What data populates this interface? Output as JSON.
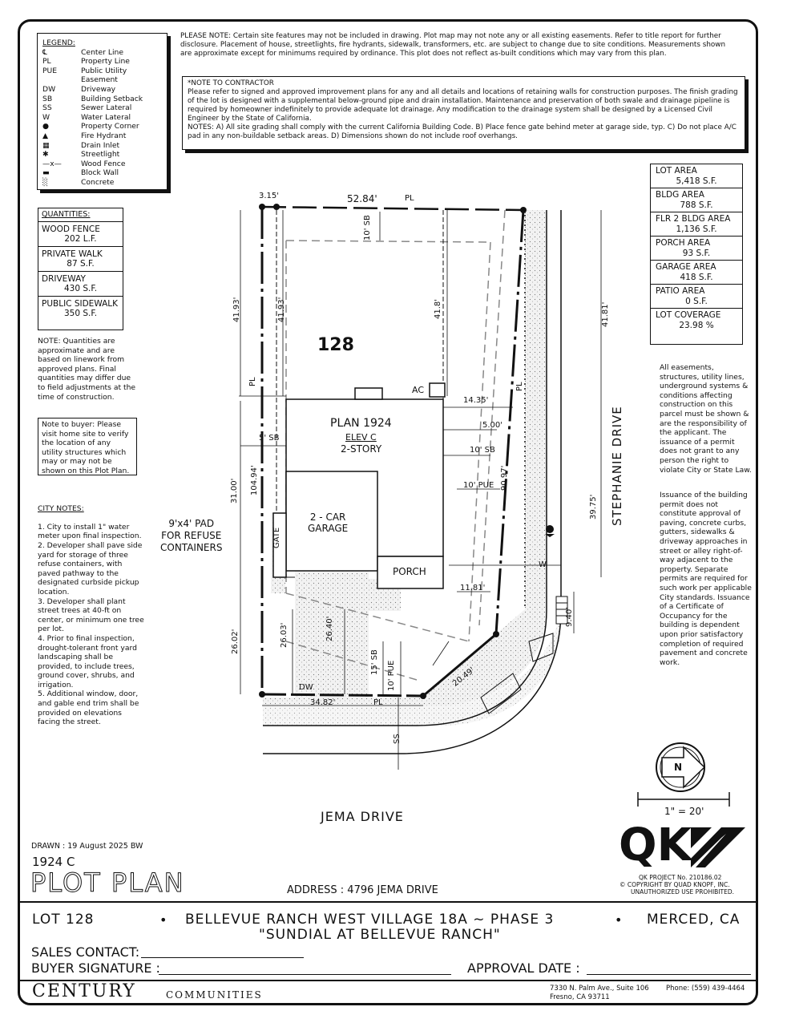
{
  "legend": {
    "title": "LEGEND:",
    "items": [
      {
        "key": "℄",
        "label": "Center Line"
      },
      {
        "key": "PL",
        "label": "Property Line"
      },
      {
        "key": "PUE",
        "label": "Public Utility Easement"
      },
      {
        "key": "DW",
        "label": "Driveway"
      },
      {
        "key": "SB",
        "label": "Building Setback"
      },
      {
        "key": "SS",
        "label": "Sewer Lateral"
      },
      {
        "key": "W",
        "label": "Water Lateral"
      },
      {
        "key": "●",
        "label": "Property Corner"
      },
      {
        "key": "▲",
        "label": "Fire Hydrant"
      },
      {
        "key": "▦",
        "label": "Drain Inlet"
      },
      {
        "key": "✱",
        "label": "Streetlight"
      },
      {
        "key": "—x—",
        "label": "Wood Fence"
      },
      {
        "key": "▬",
        "label": "Block Wall"
      },
      {
        "key": "░",
        "label": "Concrete"
      }
    ]
  },
  "please_note": "PLEASE NOTE:  Certain site features may not be included in drawing. Plot map may not note any or all existing easements. Refer to title report for further disclosure. Placement of house, streetlights, fire hydrants, sidewalk, transformers, etc. are subject to change due to site conditions. Measurements shown are approximate except for minimums required by ordinance. This plot does not reflect as-built conditions which may vary from this plan.",
  "contractor_note": {
    "title": "*NOTE TO CONTRACTOR",
    "body": "Please refer to signed and approved improvement plans for any and all details and locations of retaining walls for construction purposes. The finish grading of the lot is designed with a supplemental below-ground pipe and drain installation. Maintenance and preservation of both swale and drainage pipeline is required by homeowner indefinitely to provide adequate lot drainage. Any modification to the drainage system shall be designed by a Licensed Civil Engineer by the State of California.",
    "notes": "NOTES:  A) All site grading shall comply with the current California Building Code.  B) Place fence gate behind meter at garage side, typ.  C) Do not place A/C pad in any non-buildable setback areas.  D) Dimensions shown do not include roof overhangs."
  },
  "quantities": {
    "title": "QUANTITIES:",
    "items": [
      {
        "label": "WOOD FENCE",
        "value": "202 L.F."
      },
      {
        "label": "PRIVATE WALK",
        "value": "87 S.F."
      },
      {
        "label": "DRIVEWAY",
        "value": "430 S.F."
      },
      {
        "label": "PUBLIC SIDEWALK",
        "value": "350 S.F."
      }
    ],
    "note": "NOTE: Quantities are approximate and are based on linework from approved plans.  Final quantities may differ due to field adjustments at the time of construction."
  },
  "buyer_note": "Note to buyer: Please visit home site to verify the location of any utility structures which may or may not be shown on this Plot Plan.",
  "city_notes": {
    "title": "CITY NOTES:",
    "body": "1. City to install 1\" water meter upon final inspection.\n2. Developer shall pave side yard for storage of three refuse containers, with paved pathway to the designated curbside pickup location.\n3. Developer shall plant street trees at 40-ft on center, or minimum one tree per lot.\n4. Prior to final inspection, drought-tolerant front yard landscaping shall be provided, to include trees, ground cover, shrubs, and irrigation.\n5. Additional window, door, and gable end trim shall be provided on elevations facing the street."
  },
  "areas": [
    {
      "label": "LOT AREA",
      "value": "5,418 S.F."
    },
    {
      "label": "BLDG AREA",
      "value": "788 S.F."
    },
    {
      "label": "FLR 2 BLDG AREA",
      "value": "1,136 S.F."
    },
    {
      "label": "PORCH AREA",
      "value": "93 S.F."
    },
    {
      "label": "GARAGE AREA",
      "value": "418 S.F."
    },
    {
      "label": "PATIO AREA",
      "value": "0 S.F."
    },
    {
      "label": "LOT COVERAGE",
      "value": "23.98 %"
    }
  ],
  "easement_note": "All easements, structures, utility lines, underground systems & conditions affecting construction on this parcel must be shown & are the responsibility of the applicant. The issuance of a permit does not grant to any person the right to violate City or State Law.",
  "permit_note": "Issuance of the building permit does not constitute approval of paving, concrete curbs, gutters, sidewalks & driveway approaches in street or alley right-of-way adjacent to the property. Separate permits are required for such work per applicable City standards. Issuance of a Certificate of Occupancy for the building is dependent upon prior satisfactory completion of required pavement and concrete work.",
  "plan": {
    "lot_number": "128",
    "plan_name": "PLAN 1924",
    "elevation": "ELEV C",
    "stories": "2-STORY",
    "garage": "2 - CAR\nGARAGE",
    "porch": "PORCH",
    "ac": "AC",
    "gate": "GATE",
    "pad_note": "9'x4' PAD\nFOR REFUSE\nCONTAINERS",
    "dims": {
      "top_left": "3.15'",
      "top": "52.84'",
      "pl": "PL",
      "rear_sb": "10' SB",
      "left_outer": "41.93'",
      "left_inner": "41.93'",
      "center": "41.8'",
      "right_outer": "41.81'",
      "side_sb_left": "5' SB",
      "left_31": "31.00'",
      "left_104": "104.94'",
      "right_1435": "14.35'",
      "right_500": "5.00'",
      "side_sb_right": "10' SB",
      "pue_right": "10' PUE",
      "right_9097": "90.97'",
      "right_3975": "39.75'",
      "right_1181": "11.81'",
      "right_940": "9.40'",
      "water": "W",
      "bottom_left": "26.02'",
      "bottom_2603": "26.03'",
      "bottom_2640": "26.40'",
      "front_sb": "15' SB",
      "front_pue": "10' PUE",
      "dw": "DW",
      "bottom_3482": "34.82'",
      "curve": "20.49'",
      "ss": "SS"
    },
    "street_right": "STEPHANIE DRIVE",
    "street_bottom": "JEMA DRIVE",
    "north": "N",
    "scale": "1\" = 20'"
  },
  "drawn": "DRAWN :  19 August 2025  BW",
  "plan_code": "1924  C",
  "sheet_title": "PLOT PLAN",
  "address": "ADDRESS :  4796 JEMA DRIVE",
  "qk": {
    "logo": "QK",
    "project": "QK PROJECT No. 210186.02",
    "copyright": "© COPYRIGHT BY QUAD KNOPF, INC.",
    "unauthorized": "UNAUTHORIZED USE PROHIBITED."
  },
  "footer": {
    "lot": "LOT 128",
    "bullet": "•",
    "project": "BELLEVUE RANCH WEST VILLAGE 18A ~ PHASE 3",
    "city": "MERCED, CA",
    "subdivision": "\"SUNDIAL AT BELLEVUE RANCH\"",
    "sales_contact": "SALES CONTACT:",
    "buyer_signature": "BUYER SIGNATURE :",
    "approval_date": "APPROVAL DATE :",
    "builder": "CENTURY",
    "builder_sub": "COMMUNITIES",
    "office_addr1": "7330 N. Palm Ave., Suite 106",
    "office_phone": "Phone:  (559) 439-4464",
    "office_addr2": "Fresno, CA  93711"
  }
}
